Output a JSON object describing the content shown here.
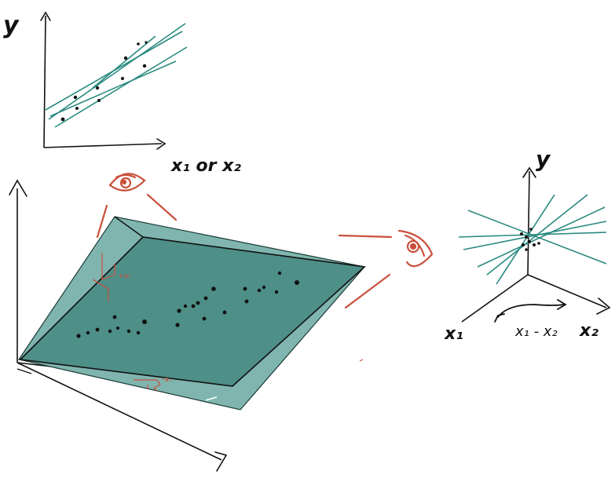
{
  "colors": {
    "ink": "#111111",
    "teal_fill": "#5a9c95",
    "teal_line": "#2a8a80",
    "red": "#c9503c"
  },
  "top_plot": {
    "y_label": "y",
    "x_label": "x₁ or x₂"
  },
  "plane_view": {
    "small_label_top": "+a₁",
    "small_label_bottom": "-a₁"
  },
  "side_view": {
    "y_label": "y",
    "x1_label": "x₁",
    "x2_label": "x₂",
    "diff_label": "x₁ - x₂"
  }
}
